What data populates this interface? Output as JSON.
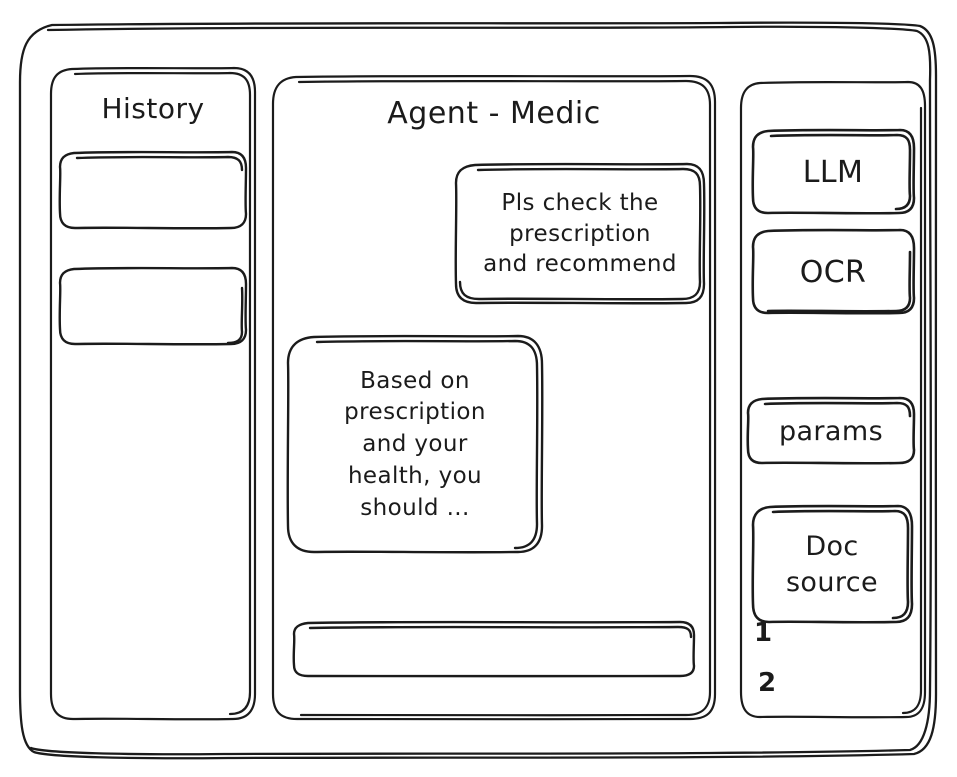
{
  "meta": {
    "style": "hand-drawn wireframe sketch",
    "stroke_color": "#1b1b1b",
    "background_color": "#ffffff"
  },
  "app_frame": {
    "name": "application window outline"
  },
  "history": {
    "title": "History",
    "items": [
      {
        "label": ""
      },
      {
        "label": ""
      }
    ]
  },
  "agent": {
    "title": "Agent - Medic",
    "messages": [
      {
        "role": "user",
        "text": "Pls check the\nprescription\nand recommend"
      },
      {
        "role": "assistant",
        "text": "Based on\nprescription\nand your\nhealth, you\nshould ..."
      }
    ],
    "composer": {
      "value": "",
      "placeholder": ""
    }
  },
  "tools": {
    "buttons": [
      {
        "label": "LLM"
      },
      {
        "label": "OCR"
      },
      {
        "label": "params"
      }
    ],
    "doc_source": {
      "label": "Doc\nsource",
      "items": [
        "1",
        "2"
      ]
    }
  }
}
